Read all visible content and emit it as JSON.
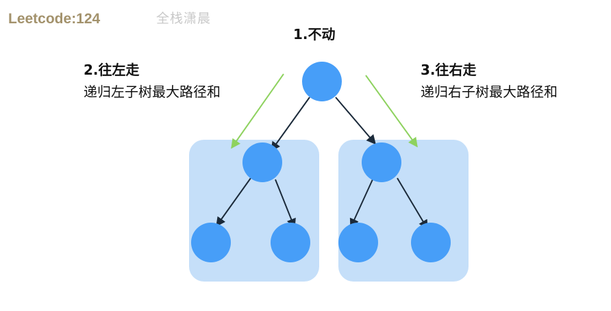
{
  "brand": {
    "label": "Leetcode:124"
  },
  "watermark": {
    "text": "全栈潇晨"
  },
  "steps": {
    "root": {
      "title": "1.不动"
    },
    "left": {
      "title": "2.往左走",
      "desc": "递归左子树最大路径和"
    },
    "right": {
      "title": "3.往右走",
      "desc": "递归右子树最大路径和"
    }
  },
  "colors": {
    "node": "#479ef8",
    "subtree_bg": "#c5dff9",
    "edge": "#1b2a3a",
    "hint_arrow": "#8ed25f",
    "brand": "#a3926c"
  }
}
